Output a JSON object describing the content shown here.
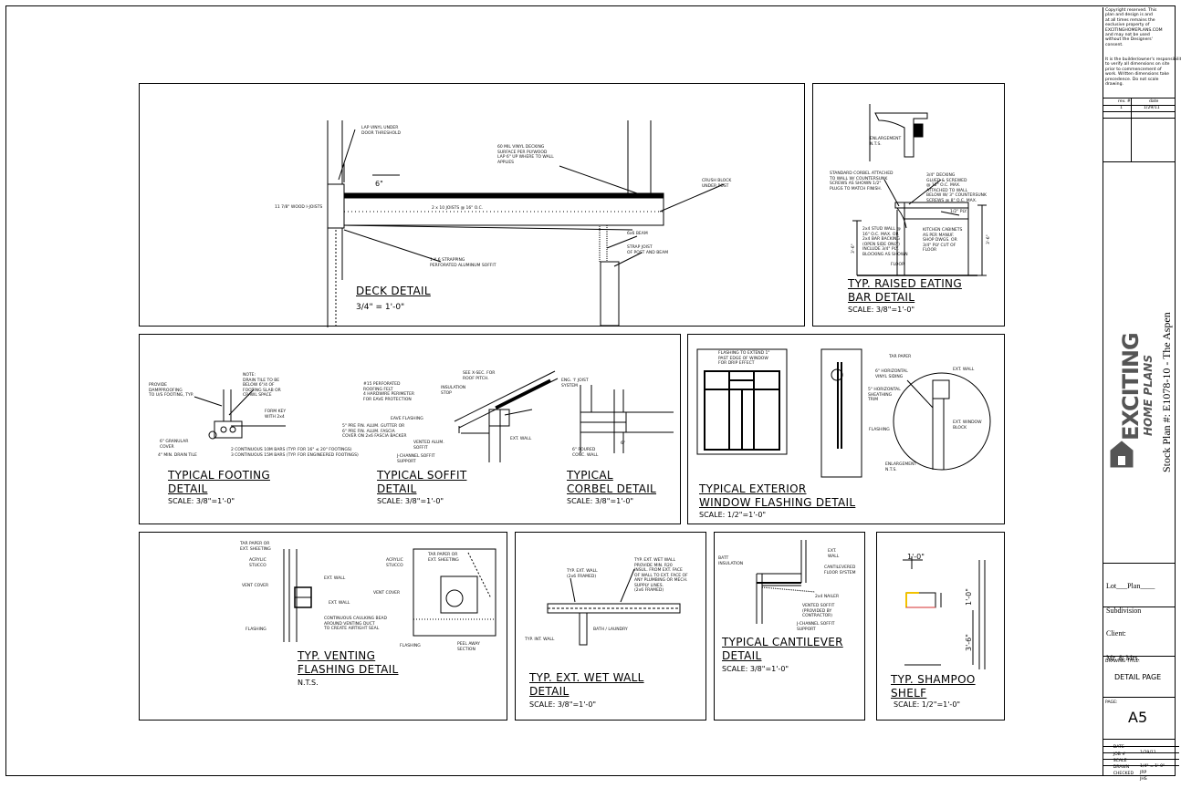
{
  "sheet": {
    "panels": {
      "deck": {
        "title": "DECK DETAIL",
        "scale": "3/4\" = 1'-0\"",
        "notes": [
          "LAP VINYL UNDER\nDOOR THRESHOLD",
          "60 MIL VINYL DECKING\nSURFACE PER PLYWOOD\nLAP 6\" UP WHERE TO WALL\nAPPLIES",
          "6\"",
          "11 7/8\" WOOD I-JOISTS",
          "2 x 10 JOISTS @ 16\" O.C.",
          "CRUSH BLOCK\nUNDER POST",
          "6x6 BEAM",
          "STRAP JOIST\nOF POST AND BEAM",
          "1 X 6 STRAPPING\nPERFORATED ALUMINUM SOFFIT"
        ]
      },
      "eating_bar": {
        "title": "TYP. RAISED EATING\nBAR DETAIL",
        "scale": "SCALE: 3/8\"=1'-0\"",
        "notes": [
          "ENLARGEMENT\nN.T.S.",
          "STANDARD CORBEL ATTACHED\nTO WALL W/ COUNTERSUNK\nSCREWS AS SHOWN 1/2\"\nPLUGS TO MATCH FINISH.",
          "3/4\" DECKING\nGLUED & SCREWED\n@ 12\" O.C. MAX.\nATTACHED TO WALL\nBELOW W/ 3\" COUNTERSUNK\nSCREWS @ 8\" O.C. MAX.",
          "1/2\" PLY.",
          "2x4 STUD WALL @\n16\" O.C. MAX. OR\n2x4 BAR BACKING\n(OPEN SIDE ONLY)\nINCLUDE 3/4\" PLY.\nBLOCKING AS SHOWN",
          "KITCHEN CABINETS\nAS PER MANUF.\nSHOP DWGS. OR\n3/4\" PLY CUT OF\nFLOOR",
          "FLOOR",
          "3'-6\"",
          "3'-6\""
        ]
      },
      "footing": {
        "title": "TYPICAL FOOTING\nDETAIL",
        "scale": "SCALE: 3/8\"=1'-0\"",
        "notes": [
          "PROVIDE\nDAMPPROOFING\nTO U/S FOOTING, TYP.",
          "NOTE:\nDRAIN TILE TO BE\nBELOW 6\"/4 OF\nFOOTING SLAB OR\nCRAWL SPACE",
          "FORM KEY\nWITH 2x4",
          "6\" GRANULAR\nCOVER",
          "4\" MIN. DRAIN TILE",
          "2 CONTINUOUS 10M BARS (TYP. FOR 16\" ≤ 20\" FOOTINGS)\n3 CONTINUOUS 15M BARS (TYP. FOR ENGINEERED FOOTINGS)"
        ]
      },
      "soffit": {
        "title": "TYPICAL SOFFIT\nDETAIL",
        "scale": "SCALE: 3/8\"=1'-0\"",
        "notes": [
          "SEE X-SEC. FOR\nROOF PITCH.",
          "INSULATION\nSTOP",
          "#15 PERFORATED\nROOFING FELT\n4 HARDWIRE PERIMETER\nFOR EAVE PROTECTION",
          "EAVE FLASHING",
          "5\" PRE FIN. ALUM. GUTTER OR\n6\" PRE FIN. ALUM. FASCIA\nCOVER ON 2x6 FASCIA BACKER",
          "VENTED ALUM.\nSOFFIT",
          "J-CHANNEL SOFFIT\nSUPPORT",
          "EXT. WALL"
        ]
      },
      "corbel": {
        "title": "TYPICAL\nCORBEL DETAIL",
        "scale": "SCALE: 3/8\"=1'-0\"",
        "notes": [
          "ENG. 'I' JOIST\nSYSTEM",
          "6\" POURED\nCONC. WALL",
          "6\""
        ]
      },
      "window": {
        "title": "TYPICAL EXTERIOR\nWINDOW FLASHING DETAIL",
        "scale": "SCALE: 1/2\"=1'-0\"",
        "notes": [
          "FLASHING TO EXTEND 1\"\nPAST EDGE OF WINDOW\nFOR DRIP EFFECT",
          "TAR PAPER",
          "6\" HORIZONTAL\nVINYL SIDING",
          "5\" HORIZONTAL\nSHEATHING\nTRIM",
          "EXT. WALL",
          "FLASHING",
          "EXT. WINDOW\nBLOCK",
          "ENLARGEMENT\nN.T.S."
        ]
      },
      "venting": {
        "title": "TYP. VENTING\nFLASHING DETAIL",
        "scale": "N.T.S.",
        "notes": [
          "TAR PAPER OR\nEXT. SHEETING",
          "ACRYLIC\nSTUCCO",
          "VENT COVER",
          "EXT. WALL",
          "EXT. WALL",
          "FLASHING",
          "CONTINUOUS CAULKING BEAD\nAROUND VENTING DUCT\nTO CREATE AIRTIGHT SEAL",
          "ACRYLIC\nSTUCCO",
          "TAR PAPER OR\nEXT. SHEETING",
          "VENT COVER",
          "FLASHING",
          "PEEL AWAY\nSECTION"
        ]
      },
      "wet_wall": {
        "title": "TYP. EXT. WET WALL\nDETAIL",
        "scale": "SCALE: 3/8\"=1'-0\"",
        "notes": [
          "TYP. EXT. WALL\n(2x6 FRAMED)",
          "TYP. EXT. WET WALL\nPROVIDE MIN. R20\nINSUL. FROM EXT. FACE\nOF WALL TO EXT. FACE OF\nANY PLUMBING OR MECH.\nSUPPLY LINES.\n(2x6 FRAMED)",
          "TYP. INT. WALL",
          "BATH / LAUNDRY"
        ]
      },
      "cantilever": {
        "title": "TYPICAL CANTILEVER\nDETAIL",
        "scale": "SCALE: 3/8\"=1'-0\"",
        "notes": [
          "BATT\nINSULATION",
          "EXT.\nWALL",
          "CANTILEVERED\nFLOOR SYSTEM",
          "2x4 NAILER",
          "VENTED SOFFIT\n(PROVIDED BY\nCONTRACTOR)",
          "J-CHANNEL SOFFIT\nSUPPORT"
        ]
      },
      "shampoo": {
        "title": "TYP. SHAMPOO\nSHELF",
        "scale": "SCALE: 1/2\"=1'-0\"",
        "notes": [
          "1'-0\"",
          "1'-0\"",
          "3'-6\""
        ]
      }
    }
  },
  "title_block": {
    "copyright": "Copyright reserved. This\nplan and design is and\nat all times remains the\nexclusive property of\nEXCITINGHOMEPLANS.COM\nand may not be used\nwithout the Designers'\nconsent.",
    "responsibility": "It is the builder/owner's responsibility\nto verify all dimensions on site\nprior to commencement of\nwork. Written dimensions take\nprecedence. Do not scale\ndrawing.",
    "rev_headers": [
      "rev. #",
      "date"
    ],
    "rev_rows": [
      [
        "1",
        "1/29/11"
      ],
      [
        "",
        ""
      ]
    ],
    "logo_line1": "EXCITING",
    "logo_line2": "HOME PLANS",
    "stock_plan": "Stock Plan #: E1078-10 - The Aspen",
    "lot": "Lot___Plan____",
    "subdivision": "Subdivision",
    "client_label": "Client:",
    "client_value": "Mr. & Mrs.",
    "drawing_title_label": "DRAWING TITLE:",
    "drawing_title": "DETAIL PAGE",
    "page_label": "PAGE:",
    "page": "A5",
    "info_rows": [
      [
        "DATE",
        "1/29/11"
      ],
      [
        "JOB #",
        "-"
      ],
      [
        "SCALE",
        "1/4\" = 1'-0\""
      ],
      [
        "DRAWN",
        "JRP"
      ],
      [
        "CHECKED",
        "JHS"
      ]
    ]
  },
  "colors": {
    "ink": "#000000",
    "highlight": "#f2c200",
    "detail_red": "#d62c2c",
    "logo_gray": "#555555"
  }
}
